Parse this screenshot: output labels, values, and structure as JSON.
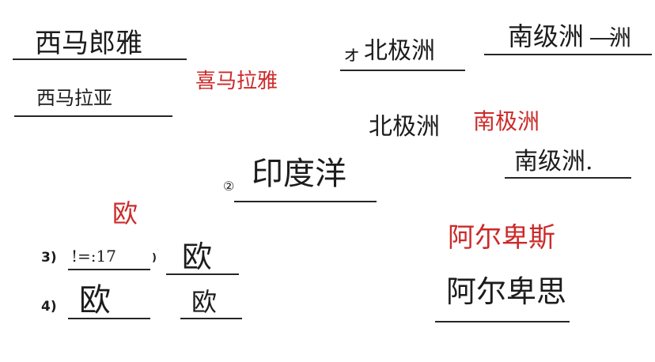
{
  "handwritten": {
    "himalaya_wrong_1": "西马郎雅",
    "himalaya_wrong_2": "西马拉亚",
    "arctic_wrong": "北极洲",
    "arctic_prefix": "ォ",
    "antarctic_wrong_1": "南级洲",
    "antarctic_struck": "洲",
    "arctic_wrong_2": "北极洲",
    "antarctic_wrong_2": "南级洲.",
    "indian_ocean_marker": "②",
    "indian_ocean": "印度洋",
    "europe_3_left": "!=:17",
    "europe_3_right": "欧",
    "europe_4_left": "欧",
    "europe_4_right": "欧",
    "alps_wrong": "阿尔卑思"
  },
  "question_numbers": {
    "q3": "3)",
    "q4": "4)",
    "q3_paren": ")"
  },
  "corrections": {
    "himalaya": "喜马拉雅",
    "antarctica": "南极洲",
    "europe": "欧",
    "alps": "阿尔卑斯"
  },
  "colors": {
    "ink": "#1c1c1c",
    "correction_red": "#cc2a2a"
  }
}
